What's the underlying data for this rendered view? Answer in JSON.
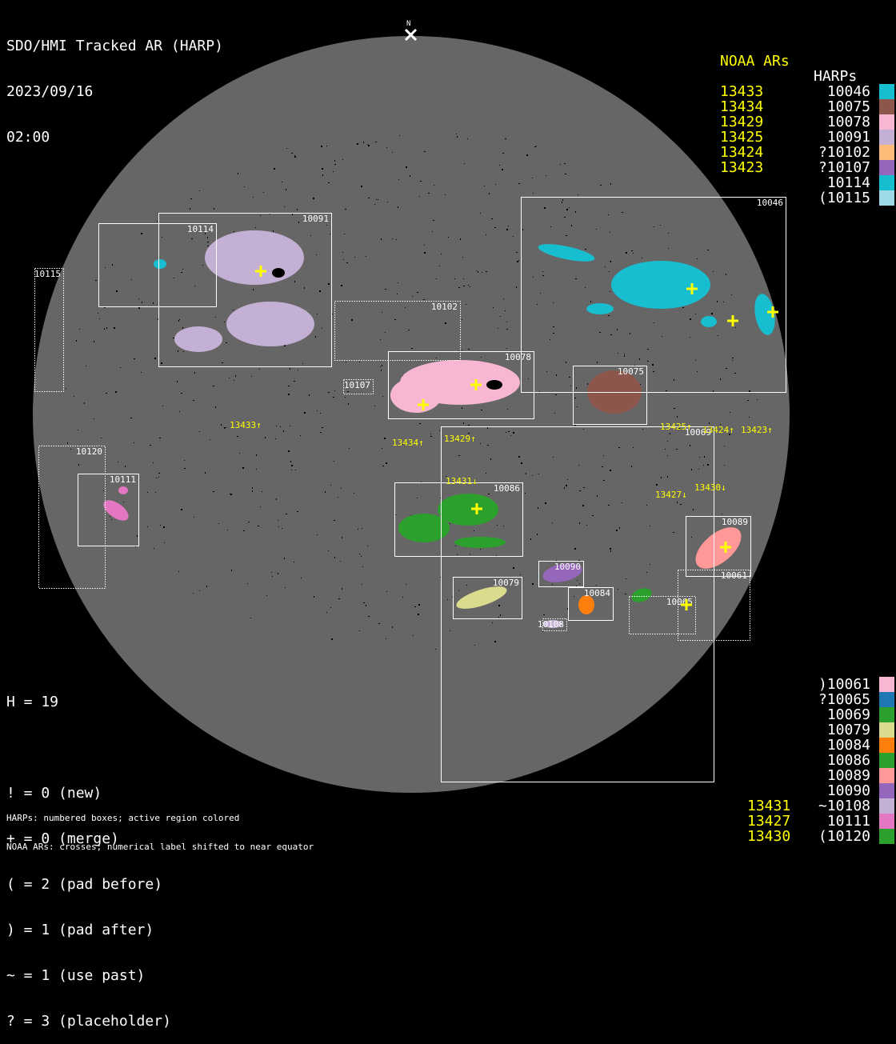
{
  "header": {
    "title": "SDO/HMI Tracked AR (HARP)",
    "date": "2023/09/16",
    "time": "02:00",
    "north_label": "N"
  },
  "legend_top": {
    "noaa_heading": "NOAA ARs",
    "harp_heading": "HARPs",
    "noaa": [
      "13433",
      "13434",
      "13429",
      "13425",
      "13424",
      "13423"
    ],
    "harps": [
      {
        "label": "10046",
        "color": "#17becf"
      },
      {
        "label": "10075",
        "color": "#8c564b"
      },
      {
        "label": "10078",
        "color": "#f7b6d2"
      },
      {
        "label": "10091",
        "color": "#c5b0d5"
      },
      {
        "label": "?10102",
        "color": "#ffbb78"
      },
      {
        "label": "?10107",
        "color": "#9467bd"
      },
      {
        "label": "10114",
        "color": "#17becf"
      },
      {
        "label": "(10115",
        "color": "#9edae5"
      }
    ]
  },
  "legend_bottom": {
    "noaa": [
      "13431",
      "13427",
      "13430"
    ],
    "harps": [
      {
        "label": ")10061",
        "color": "#f7b6d2"
      },
      {
        "label": "?10065",
        "color": "#1f77b4"
      },
      {
        "label": "10069",
        "color": "#2ca02c"
      },
      {
        "label": "10079",
        "color": "#dbdb8d"
      },
      {
        "label": "10084",
        "color": "#ff7f0e"
      },
      {
        "label": "10086",
        "color": "#2ca02c"
      },
      {
        "label": "10089",
        "color": "#ff9896"
      },
      {
        "label": "10090",
        "color": "#9467bd"
      },
      {
        "label": "~10108",
        "color": "#c5b0d5"
      },
      {
        "label": "10111",
        "color": "#e377c2"
      },
      {
        "label": "(10120",
        "color": "#2ca02c"
      }
    ]
  },
  "stats": {
    "h": "H = 19",
    "lines": [
      "! = 0 (new)",
      "+ = 0 (merge)",
      "( = 2 (pad before)",
      ") = 1 (pad after)",
      "~ = 1 (use past)",
      "? = 3 (placeholder)"
    ]
  },
  "footnote": [
    "HARPs: numbered boxes; active region colored",
    "NOAA ARs: crosses; numerical label shifted to near equator"
  ],
  "map": {
    "harp_boxes": [
      "10046",
      "10091",
      "10114",
      "10115",
      "10102",
      "10078",
      "10107",
      "10075",
      "10069",
      "10120",
      "10111",
      "10086",
      "10089",
      "10061",
      "10090",
      "10079",
      "10084",
      "10065",
      "10108"
    ],
    "noaa_labels": [
      "13433↑",
      "13434↑",
      "13429↑",
      "13431↓",
      "13425↑",
      "13424↑",
      "13423↑",
      "13427↓",
      "13430↓"
    ]
  },
  "colors": {
    "disk": "#666666",
    "box": "#ffffff",
    "noaa": "#ffff00"
  }
}
